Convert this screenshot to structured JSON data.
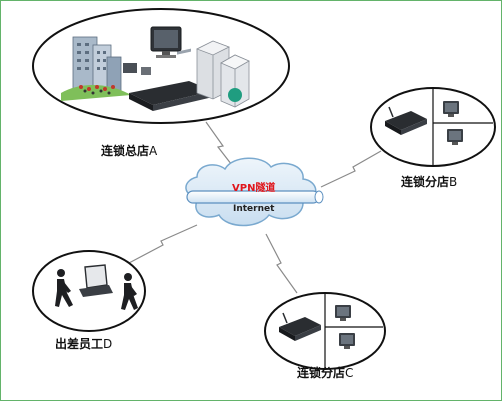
{
  "nodes": {
    "hq": {
      "label": "连锁总店",
      "suffix": "A"
    },
    "branch_b": {
      "label": "连锁分店",
      "suffix": "B"
    },
    "branch_c": {
      "label": "连锁分店",
      "suffix": "C"
    },
    "traveler_d": {
      "label": "出差员工",
      "suffix": "D"
    }
  },
  "cloud": {
    "tunnel_label": "VPN隧道",
    "network_label": "Internet"
  },
  "colors": {
    "frame": "#63b36a",
    "tunnel_label": "#e0151b",
    "cloud_fill": "#dbeaf6",
    "cloud_edge": "#7aa9cf",
    "router": "#2a2d31",
    "monitor": "#3a3f45"
  }
}
